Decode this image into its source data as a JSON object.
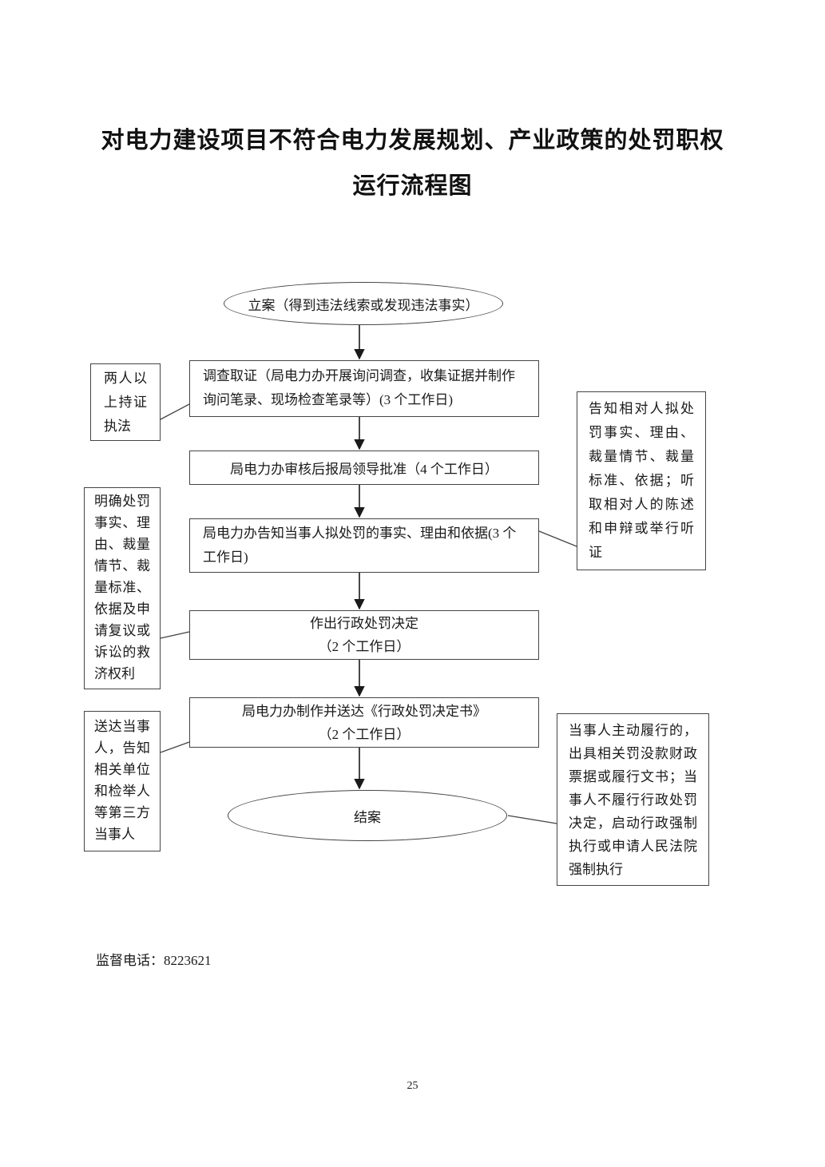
{
  "doc": {
    "title_line1": "对电力建设项目不符合电力发展规划、产业政策的处罚职权",
    "title_line2": "运行流程图",
    "supervision_phone": "监督电话：8223621",
    "page_number": "25"
  },
  "flowchart": {
    "start_node": "立案（得到违法线索或发现违法事实）",
    "investigate_node": "调查取证（局电力办开展询问调查，收集证据并制作询问笔录、现场检查笔录等）(3 个工作日)",
    "approve_node": "局电力办审核后报局领导批准（4 个工作日）",
    "notify_node": "局电力办告知当事人拟处罚的事实、理由和依据(3 个工作日)",
    "decision_node_line1": "作出行政处罚决定",
    "decision_node_line2": "（2 个工作日）",
    "deliver_node_line1": "局电力办制作并送达《行政处罚决定书》",
    "deliver_node_line2": "（2 个工作日）",
    "end_node": "结案",
    "annotation_enforcement": "两人以上持证执法",
    "annotation_inform_rights": "告知相对人拟处罚事实、理由、裁量情节、裁量标准、依据；听取相对人的陈述和申辩或举行听证",
    "annotation_clarify_rights": "明确处罚事实、理由、裁量情节、裁量标准、依据及申请复议或诉讼的救济权利",
    "annotation_delivery": "送达当事人，告知相关单位和检举人等第三方当事人",
    "annotation_execution": "当事人主动履行的，出具相关罚没款财政票据或履行文书；当事人不履行行政处罚决定，启动行政强制执行或申请人民法院强制执行"
  }
}
